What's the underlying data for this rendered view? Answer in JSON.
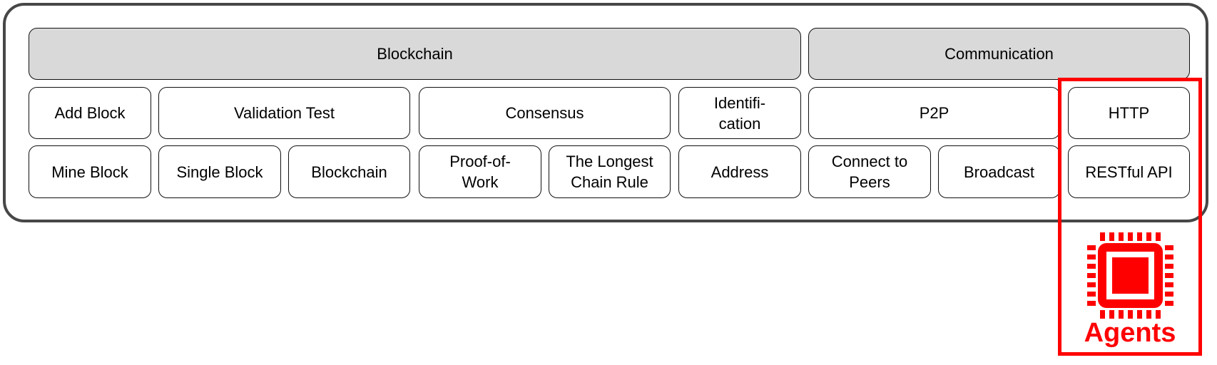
{
  "groups": {
    "blockchain": "Blockchain",
    "communication": "Communication"
  },
  "modules": {
    "add_block": "Add Block",
    "validation_test": "Validation Test",
    "consensus": "Consensus",
    "identification": "Identifi-\ncation",
    "p2p": "P2P",
    "http": "HTTP"
  },
  "functions": {
    "mine_block": "Mine Block",
    "single_block": "Single Block",
    "blockchain": "Blockchain",
    "proof_of_work": "Proof-of-\nWork",
    "longest_chain": "The Longest\nChain Rule",
    "address": "Address",
    "connect_peers": "Connect to\nPeers",
    "broadcast": "Broadcast",
    "restful_api": "RESTful API"
  },
  "agents": {
    "label": "Agents",
    "icon": "chip-icon",
    "color": "#ff0000"
  }
}
